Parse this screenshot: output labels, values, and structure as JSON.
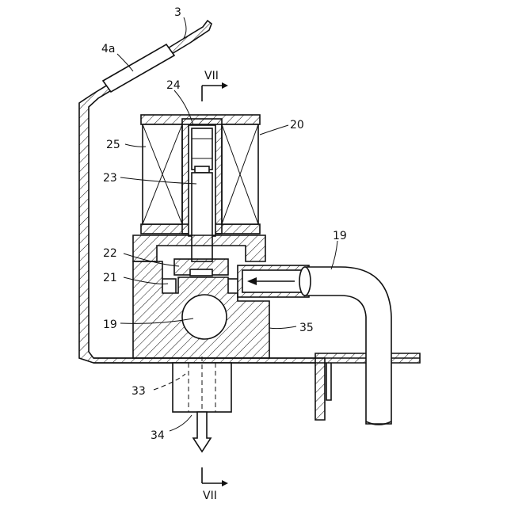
{
  "labels": {
    "l3": "3",
    "l4a": "4a",
    "l24": "24",
    "lVII_top": "VII",
    "l20": "20",
    "l25": "25",
    "l23": "23",
    "l19_pipe": "19",
    "l22": "22",
    "l21": "21",
    "l19_ball": "19",
    "l35": "35",
    "l33": "33",
    "l34": "34",
    "lVII_bottom": "VII"
  }
}
